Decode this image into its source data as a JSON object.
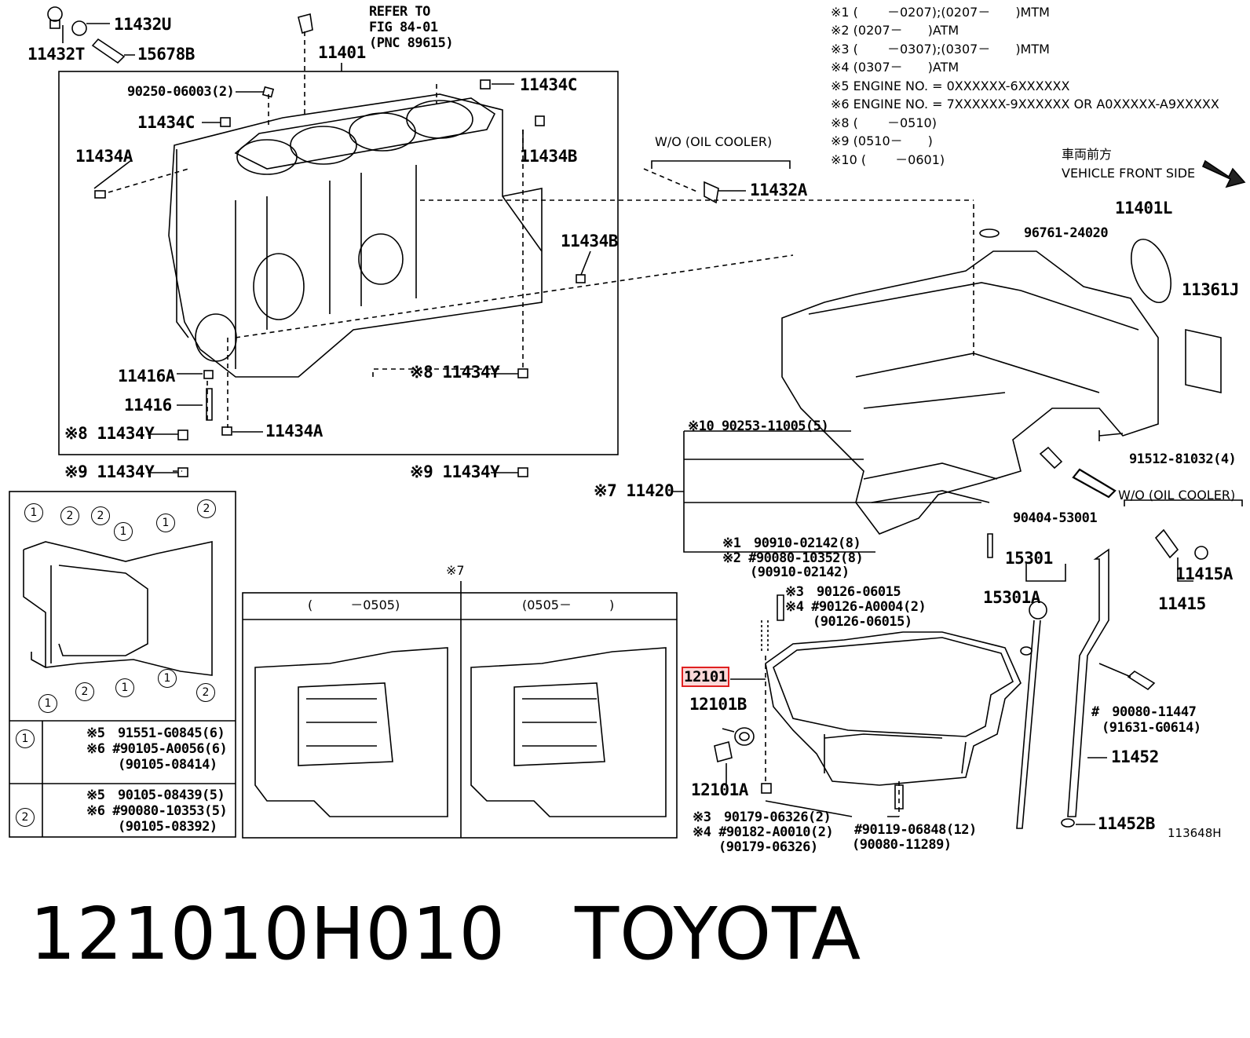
{
  "notes": [
    "※1 (　　 －0207);(0207－　　)MTM",
    "※2 (0207－　　)ATM",
    "※3 (　　 －0307);(0307－　　)MTM",
    "※4 (0307－　　)ATM",
    "※5 ENGINE NO. = 0XXXXXX-6XXXXXX",
    "※6 ENGINE NO. = 7XXXXXX-9XXXXXX OR A0XXXXX-A9XXXXX",
    "※8 (　　 －0510)",
    "※9 (0510－　　)",
    "※10 (　　 －0601)"
  ],
  "front": {
    "jp": "車両前方",
    "en": "VEHICLE FRONT SIDE"
  },
  "refer": [
    "REFER TO",
    "FIG 84-01",
    "(PNC 89615)"
  ],
  "wo_oil_cooler": "W/O (OIL COOLER)",
  "labels": {
    "l11432U": "11432U",
    "l11432T": "11432T",
    "l15678B": "15678B",
    "l11401": "11401",
    "l90250": "90250-06003(2)",
    "l11434C_a": "11434C",
    "l11434C_b": "11434C",
    "l11434A_a": "11434A",
    "l11434B_a": "11434B",
    "l11434B_b": "11434B",
    "l11432A": "11432A",
    "l11416A": "11416A",
    "l11416": "11416",
    "l11434A_b": "11434A",
    "l11434Y_a": "※8 11434Y",
    "l11434Y_b": "※8 11434Y",
    "l11434Y_c": "※9 11434Y",
    "l11434Y_d": "※9 11434Y",
    "l96761": "96761-24020",
    "l11401L": "11401L",
    "l11361J": "11361J",
    "l90253": "※10 90253-11005(5)",
    "l91512": "91512-81032(4)",
    "l11420": "※7 11420",
    "l90404": "90404-53001",
    "l90910_1": "※1　90910-02142(8)",
    "l90910_2": "※2 #90080-10352(8)",
    "l90910_3": "(90910-02142)",
    "l15301": "15301",
    "l15301A": "15301A",
    "l11415A": "11415A",
    "l11415": "11415",
    "l90126_1": "※3　90126-06015",
    "l90126_2": "※4 #90126-A0004(2)",
    "l90126_3": "(90126-06015)",
    "l12101": "12101",
    "l12101B": "12101B",
    "l12101A": "12101A",
    "l90080_1": "#　90080-11447",
    "l90080_2": "(91631-G0614)",
    "l11452": "11452",
    "l11452B": "11452B",
    "l90179_1": "※3　90179-06326(2)",
    "l90179_2": "※4 #90182-A0010(2)",
    "l90179_3": "(90179-06326)",
    "l90119_1": "#90119-06848(12)",
    "l90119_2": "(90080-11289)",
    "l7": "※7",
    "l0505a": "(　　　－0505)",
    "l0505b": "(0505－　　　)"
  },
  "legend": {
    "row1": {
      "num": "1",
      "a": "※5　91551-G0845(6)",
      "b": "※6 #90105-A0056(6)",
      "c": "(90105-08414)"
    },
    "row2": {
      "num": "2",
      "a": "※5　90105-08439(5)",
      "b": "※6 #90080-10353(5)",
      "c": "(90105-08392)"
    }
  },
  "image_code": "113648H",
  "caption": {
    "part_number": "121010H010",
    "brand": "TOYOTA"
  }
}
